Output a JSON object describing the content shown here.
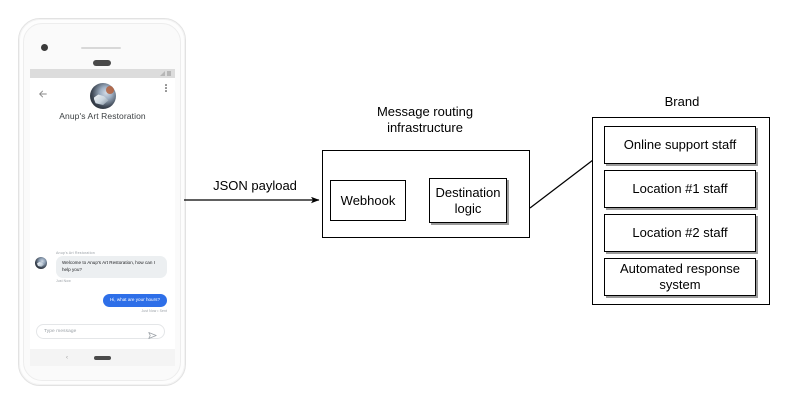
{
  "phone": {
    "app_bar": {
      "back_icon": "back-arrow-icon",
      "overflow_icon": "overflow-menu-icon",
      "avatar_icon": "brand-avatar",
      "title": "Anup's Art Restoration"
    },
    "status_bar": {
      "signal_icon": "signal-icon",
      "battery_icon": "battery-icon"
    },
    "thread": {
      "incoming": {
        "sender": "Anup's Art Restoration",
        "text": "Welcome to Anup's Art Restoration, how can I help you?",
        "timestamp": "Just Now"
      },
      "outgoing": {
        "text": "Hi, what are your hours?",
        "timestamp": "Just Now • Sent"
      }
    },
    "composer": {
      "placeholder": "Type message",
      "send_icon": "send-icon"
    },
    "nav_bar": {
      "back_glyph": "‹",
      "home_icon": "home-pill-icon"
    }
  },
  "diagram": {
    "payload_label": "JSON payload",
    "infrastructure": {
      "title": "Message routing\ninfrastructure",
      "boxes": [
        {
          "label": "Webhook"
        },
        {
          "label": "Destination\nlogic"
        }
      ]
    },
    "brand": {
      "title": "Brand",
      "items": [
        {
          "label": "Online support\nstaff"
        },
        {
          "label": "Location #1\nstaff"
        },
        {
          "label": "Location #2\nstaff"
        },
        {
          "label": "Automated\nresponse system"
        }
      ]
    }
  },
  "colors": {
    "outgoing_bubble": "#2E6FE8",
    "incoming_bubble": "#ECEFF1",
    "stroke": "#000000",
    "box_shadow": "#9A9A9A"
  }
}
